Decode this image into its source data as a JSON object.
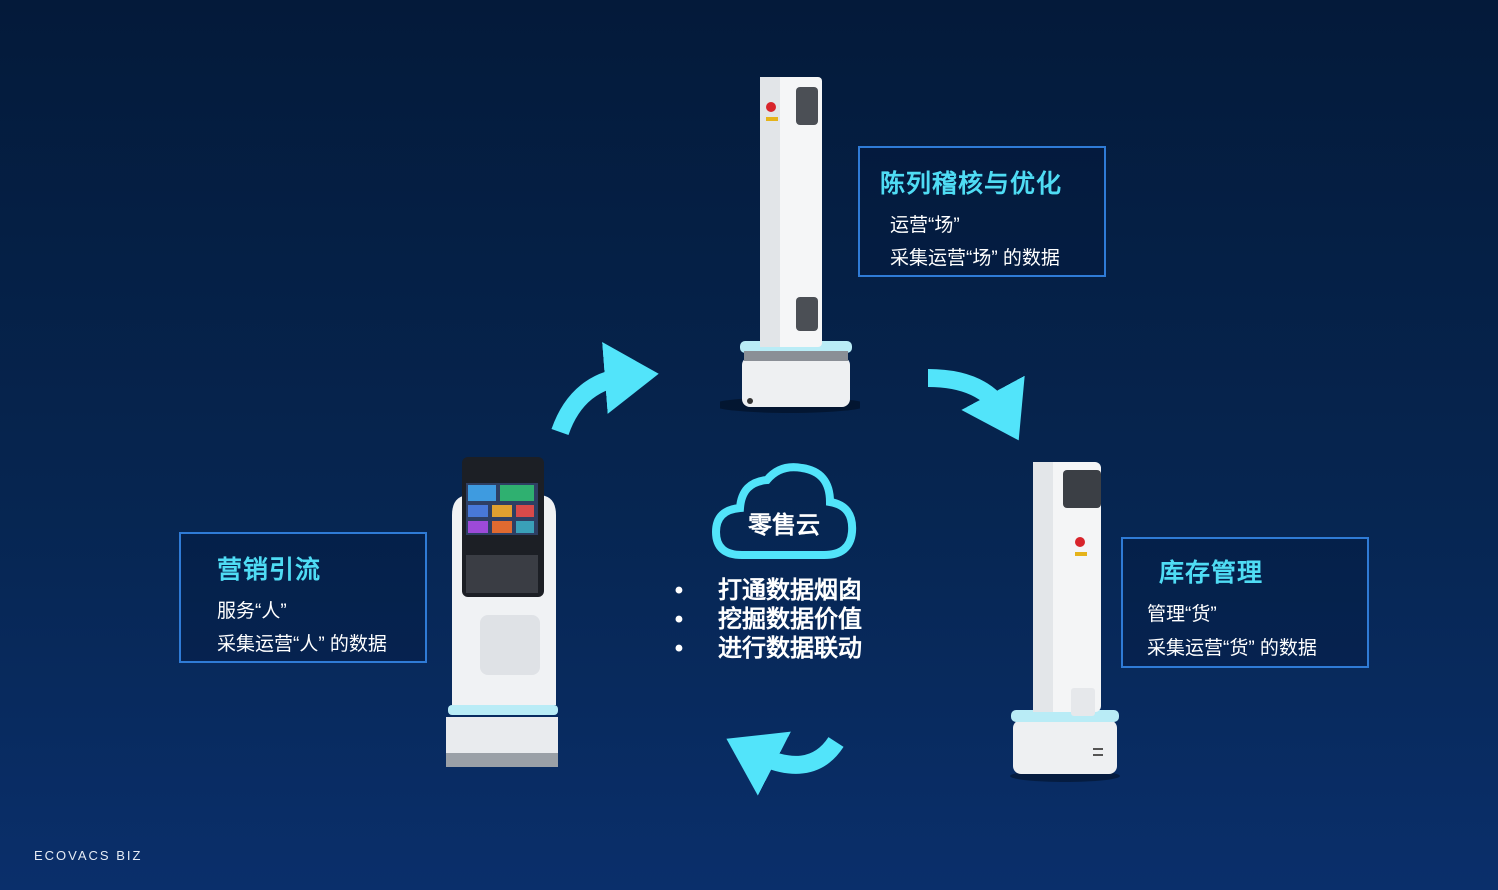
{
  "center": {
    "cloud_label": "零售云",
    "bullets": [
      "打通数据烟囱",
      "挖掘数据价值",
      "进行数据联动"
    ]
  },
  "top_box": {
    "title": "陈列稽核与优化",
    "line1": "运营“场”",
    "line2": "采集运营“场” 的数据"
  },
  "left_box": {
    "title": "营销引流",
    "line1": "服务“人”",
    "line2": "采集运营“人” 的数据"
  },
  "right_box": {
    "title": "库存管理",
    "line1": "管理“货”",
    "line2": "采集运营“货” 的数据"
  },
  "logo": "ECOVACS BIZ",
  "colors": {
    "accent": "#4fdcf4",
    "border": "#2f7bd6",
    "background": "#062550"
  }
}
